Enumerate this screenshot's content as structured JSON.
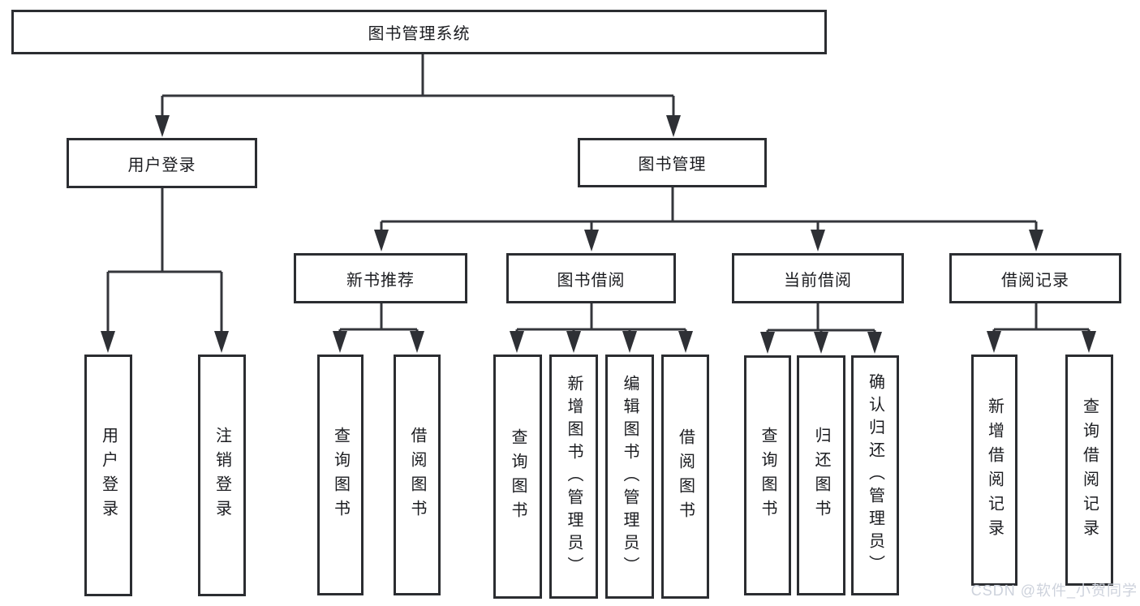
{
  "diagram": {
    "root": {
      "label": "图书管理系统"
    },
    "level2": [
      {
        "label": "用户登录"
      },
      {
        "label": "图书管理"
      }
    ],
    "level3": [
      {
        "label": "新书推荐"
      },
      {
        "label": "图书借阅"
      },
      {
        "label": "当前借阅"
      },
      {
        "label": "借阅记录"
      }
    ],
    "leaves": {
      "user_login": [
        {
          "label": "用户登录"
        },
        {
          "label": "注销登录"
        }
      ],
      "new_book_recommend": [
        {
          "label": "查询图书"
        },
        {
          "label": "借阅图书"
        }
      ],
      "book_borrowing": [
        {
          "label": "查询图书"
        },
        {
          "label": "新增图书（管理员）"
        },
        {
          "label": "编辑图书（管理员）"
        },
        {
          "label": "借阅图书"
        }
      ],
      "current_borrowing": [
        {
          "label": "查询图书"
        },
        {
          "label": "归还图书"
        },
        {
          "label": "确认归还（管理员）"
        }
      ],
      "borrowing_records": [
        {
          "label": "新增借阅记录"
        },
        {
          "label": "查询借阅记录"
        }
      ]
    }
  },
  "watermark": {
    "text": "CSDN @软件_小贺同学"
  },
  "colors": {
    "background": "#ffffff",
    "line": "#34363b",
    "box_border": "#2b2d31",
    "text": "#1b1c20",
    "watermark": "#cdd2dc"
  }
}
